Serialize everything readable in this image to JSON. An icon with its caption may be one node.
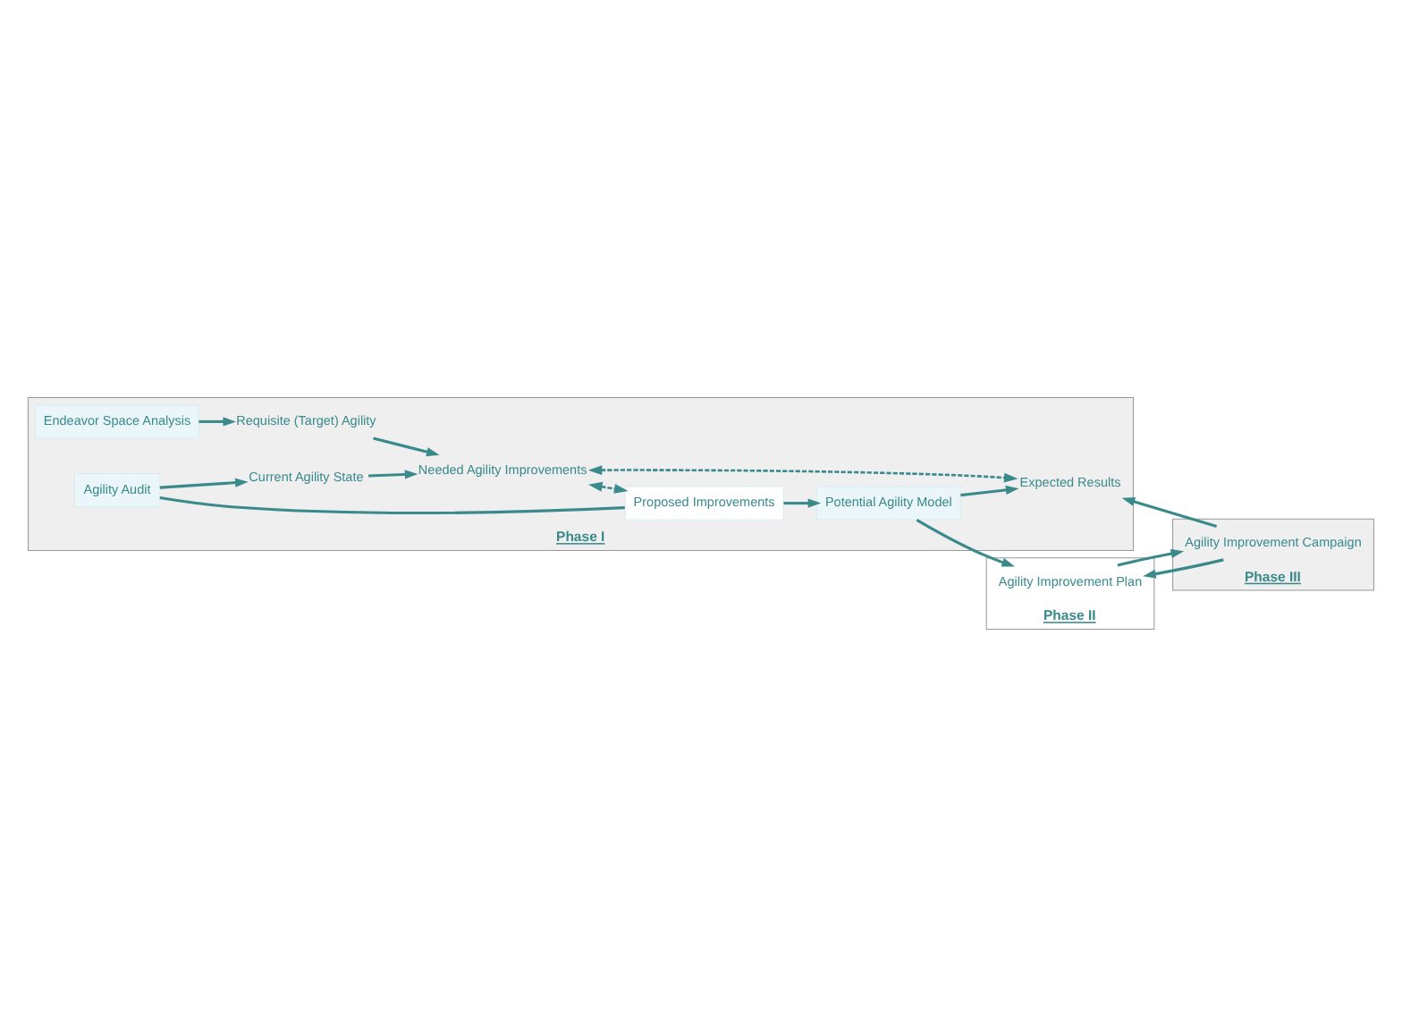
{
  "diagram": {
    "nodes": [
      {
        "text": [
          "Phase I"
        ]
      },
      {
        "text": [
          "Agility Audit"
        ],
        "in": 0
      },
      {
        "text": [
          "Current Agility State"
        ],
        "in": 0
      },
      {
        "text": [
          "Requisite (Target) Agility"
        ],
        "in": 0
      },
      {
        "text": [
          "Endeavor Space Analysis"
        ],
        "in": 0
      },
      {
        "text": [
          "Proposed Improvements"
        ],
        "in": 0
      },
      {
        "text": [
          "Needed Agility Improvements"
        ],
        "in": 0
      },
      {
        "text": [
          "Potential Agility Model"
        ],
        "in": 0
      },
      {
        "text": [
          "Expected Results"
        ],
        "in": 0
      },
      {
        "text": [
          "Phase II"
        ]
      },
      {
        "text": [
          "Agility Improvement Plan"
        ],
        "in": 9
      },
      {
        "text": [
          "Phase III"
        ]
      },
      {
        "text": [
          "Agility Improvement Campaign"
        ],
        "in": 11
      }
    ],
    "edges": [
      {
        "from": 1,
        "to": 2,
        "arrow": "to"
      },
      {
        "from": 4,
        "to": 3,
        "arrow": "to"
      },
      {
        "from": 2,
        "to": 6,
        "arrow": "to"
      },
      {
        "from": 3,
        "to": 6,
        "arrow": "to"
      },
      {
        "from": 1,
        "to": 5,
        "arrow": "none"
      },
      {
        "from": 5,
        "to": 7,
        "arrow": "to"
      },
      {
        "from": 6,
        "to": 5,
        "arrow": "both",
        "style": "dashed"
      },
      {
        "from": 6,
        "to": 8,
        "arrow": "both",
        "style": "dashed"
      },
      {
        "from": 7,
        "to": 8,
        "arrow": "to"
      },
      {
        "from": 7,
        "to": 10,
        "arrow": "to"
      },
      {
        "from": 10,
        "to": 12,
        "arrow": "to"
      },
      {
        "from": 12,
        "to": 10,
        "arrow": "to"
      },
      {
        "from": 12,
        "to": 8,
        "arrow": "to"
      }
    ]
  }
}
